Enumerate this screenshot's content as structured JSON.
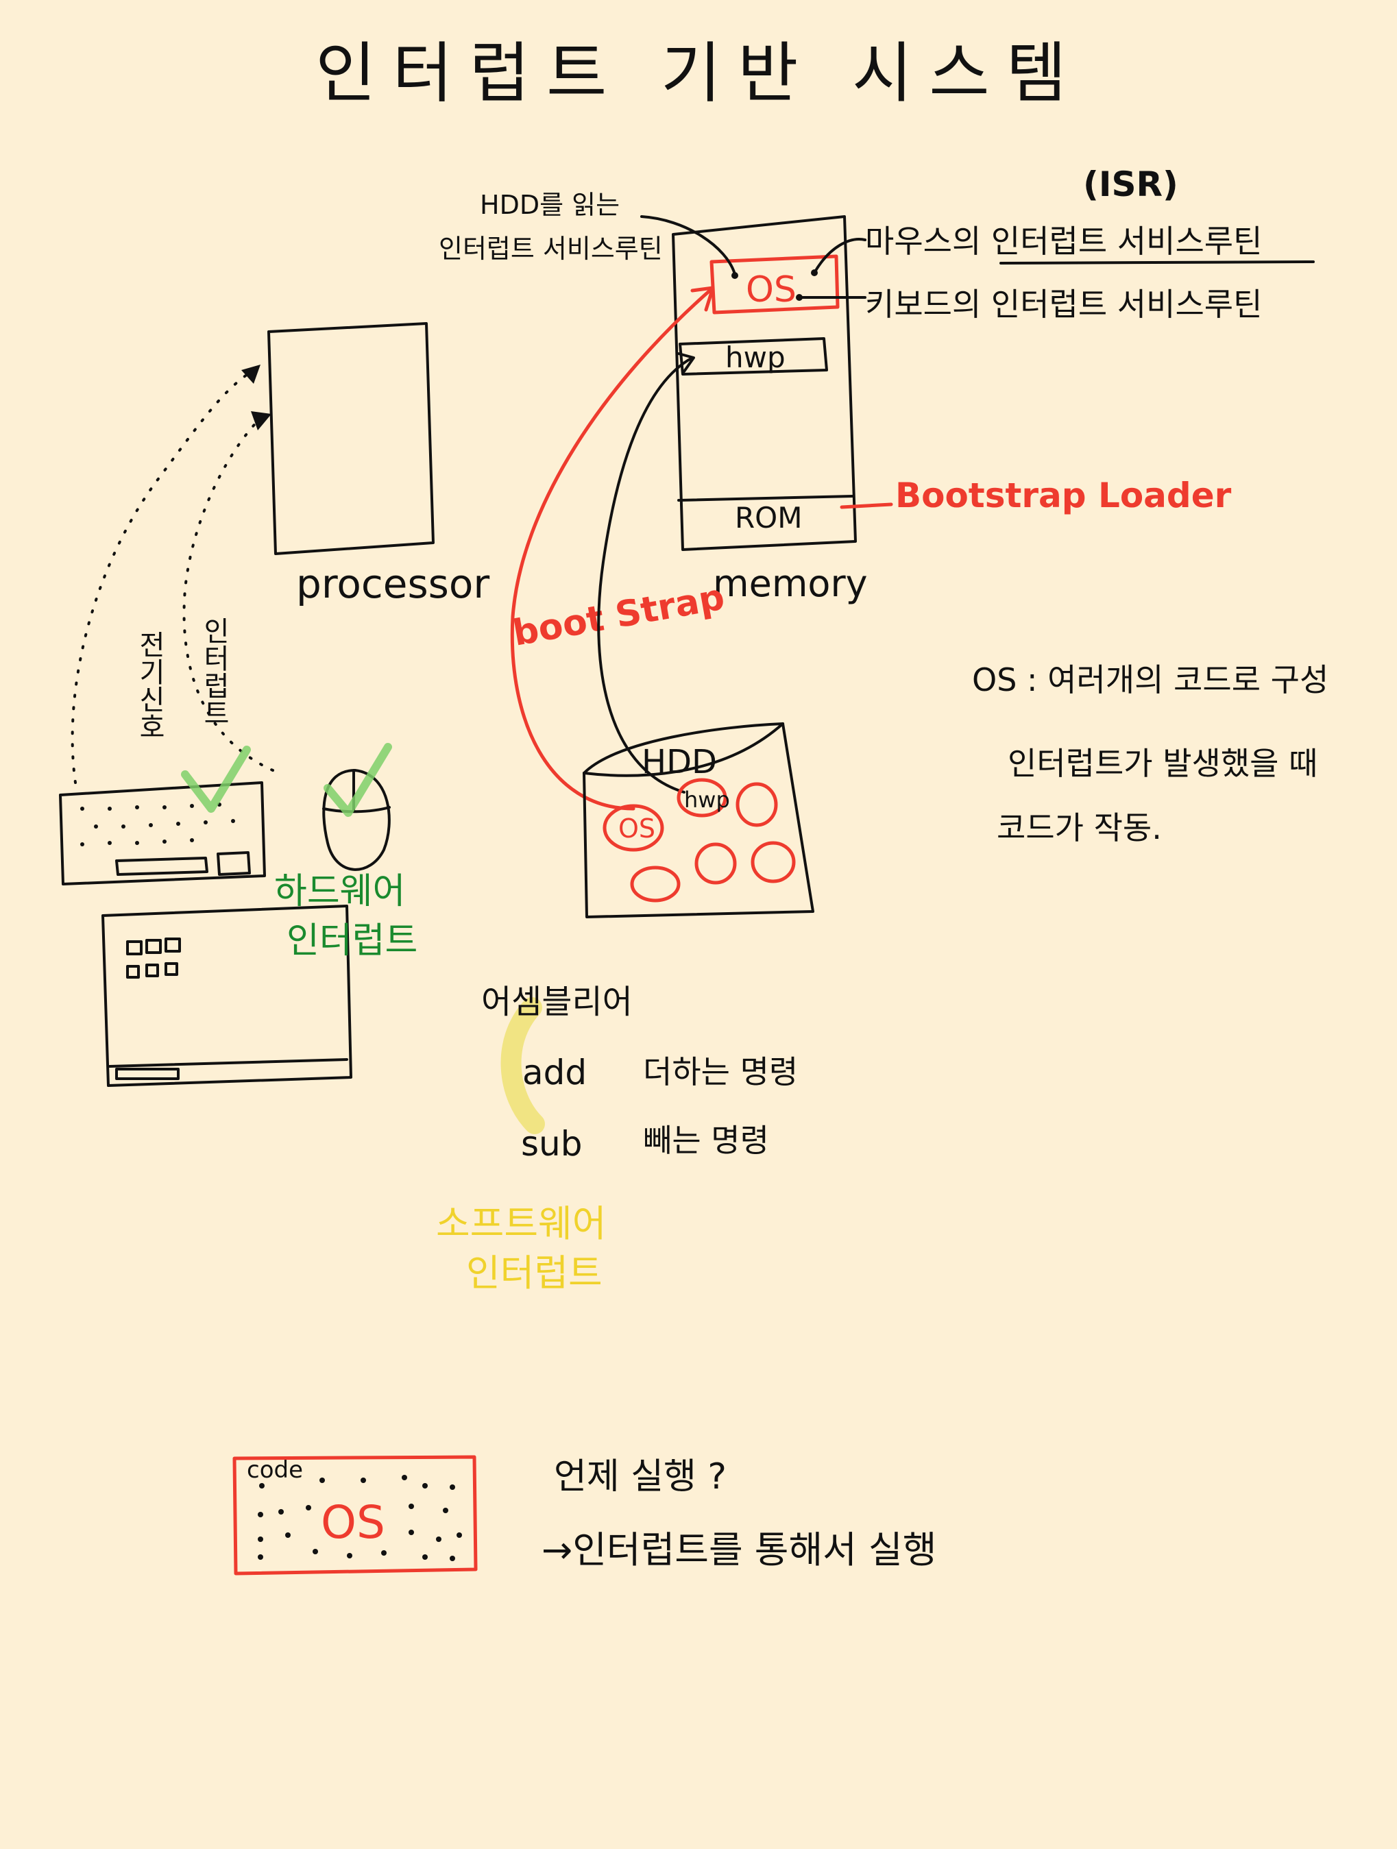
{
  "title": "인터럽트 기반 시스템",
  "processor": {
    "label": "processor"
  },
  "memory": {
    "label": "memory",
    "os_label": "OS",
    "hwp_label": "hwp",
    "rom_label": "ROM",
    "rom_annotation": "Bootstrap Loader"
  },
  "isr": {
    "heading": "(ISR)",
    "hdd_isr": [
      "HDD를 읽는",
      "인터럽트 서비스루틴"
    ],
    "mouse_isr": "마우스의 인터럽트 서비스루틴",
    "keyboard_isr": "키보드의 인터럽트 서비스루틴"
  },
  "bootstrap": {
    "label": "boot Strap"
  },
  "hdd": {
    "label": "HDD",
    "os_label": "OS",
    "hwp_label": "hwp"
  },
  "signals": {
    "electric_signal": "전기신호",
    "interrupt": "인터럽트"
  },
  "hardware_interrupt": [
    "하드웨어",
    "인터럽트"
  ],
  "os_note": {
    "line1": "OS : 여러개의 코드로 구성",
    "line2": "인터럽트가 발생했을 때",
    "line3": "코드가 작동."
  },
  "assembly": {
    "heading": "어셈블리어",
    "rows": [
      {
        "op": "add",
        "desc": "더하는 명령"
      },
      {
        "op": "sub",
        "desc": "빼는 명령"
      }
    ]
  },
  "software_interrupt": [
    "소프트웨어",
    "인터럽트"
  ],
  "code_box": {
    "code_label": "code",
    "os_label": "OS"
  },
  "when_run": {
    "question": "언제 실행 ?",
    "answer": "→인터럽트를 통해서 실행"
  },
  "colors": {
    "background": "#fdf0d5",
    "ink": "#111111",
    "red": "#ee3b2e",
    "green": "#1a8a2e",
    "light_green": "#7fd06a",
    "yellow": "#f0d22c"
  }
}
